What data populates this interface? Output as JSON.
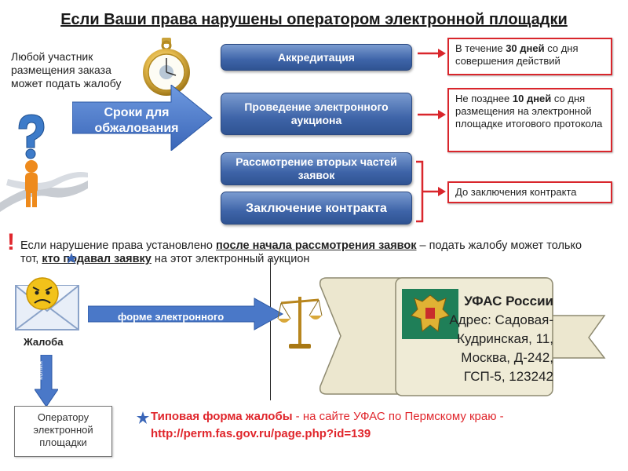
{
  "title": "Если Ваши права нарушены оператором электронной площадки",
  "intro_text": "Любой участник размещения заказа может подать жалобу",
  "deadline_arrow_text": "Сроки для обжалования",
  "stages": [
    {
      "label": "Аккредитация"
    },
    {
      "label": "Проведение электронного аукциона"
    },
    {
      "label": "Рассмотрение вторых частей заявок"
    },
    {
      "label": "Заключение контракта"
    }
  ],
  "notes": {
    "n1_pre": "В течение ",
    "n1_bold": "30 дней",
    "n1_post": " со дня совершения действий",
    "n2_pre": "Не позднее ",
    "n2_bold": "10 дней",
    "n2_post": " со дня размещения на электронной площадке итогового протокола",
    "n3": "До заключения контракта"
  },
  "warning": {
    "p1": "Если нарушение права установлено ",
    "p2": "после начала рассмотрения заявок",
    "p3": " – подать жалобу может только тот, ",
    "p4": "кто подавал заявку",
    "p5": " на этот электронный аукцион"
  },
  "complaint_label": "Жалоба",
  "electronic_form_text": "форме электронного",
  "copy_arrow_text": "копия",
  "operator_box": "Оператору электронной площадки",
  "fas": {
    "head": "УФАС России",
    "address": "Адрес: Садовая-Кудринская, 11, Москва, Д-242, ГСП-5, 123242"
  },
  "footer": {
    "line1_bold": "Типовая форма жалобы",
    "line1_rest": " - на сайте УФАС по Пермскому краю -",
    "line2": "http://perm.fas.gov.ru/page.php?id=139"
  },
  "colors": {
    "accent_red": "#d9262c",
    "stage_blue": "#3e64a8",
    "arrow_blue": "#4a78c8",
    "scroll_beige": "#ece7cf"
  }
}
